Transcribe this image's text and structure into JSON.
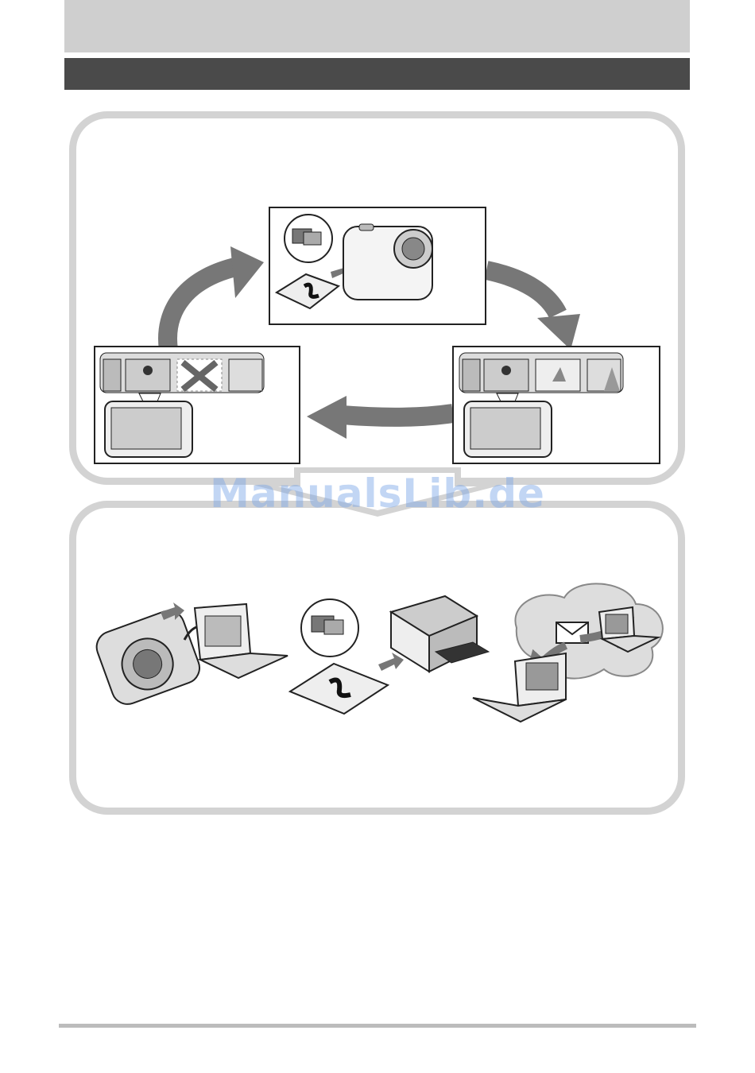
{
  "watermark": {
    "text": "ManualsLib.de"
  },
  "colors": {
    "header_light": "#cfcfcf",
    "header_dark": "#4a4a4a",
    "panel_border": "#d3d3d3",
    "arrow": "#777777"
  },
  "illustrations": {
    "cycle": [
      "memory-card-into-camera",
      "recorded-images-strip",
      "deleted-image-strip"
    ],
    "outputs": [
      "camera-to-computer",
      "memory-card-to-printer",
      "email-between-computers"
    ]
  }
}
